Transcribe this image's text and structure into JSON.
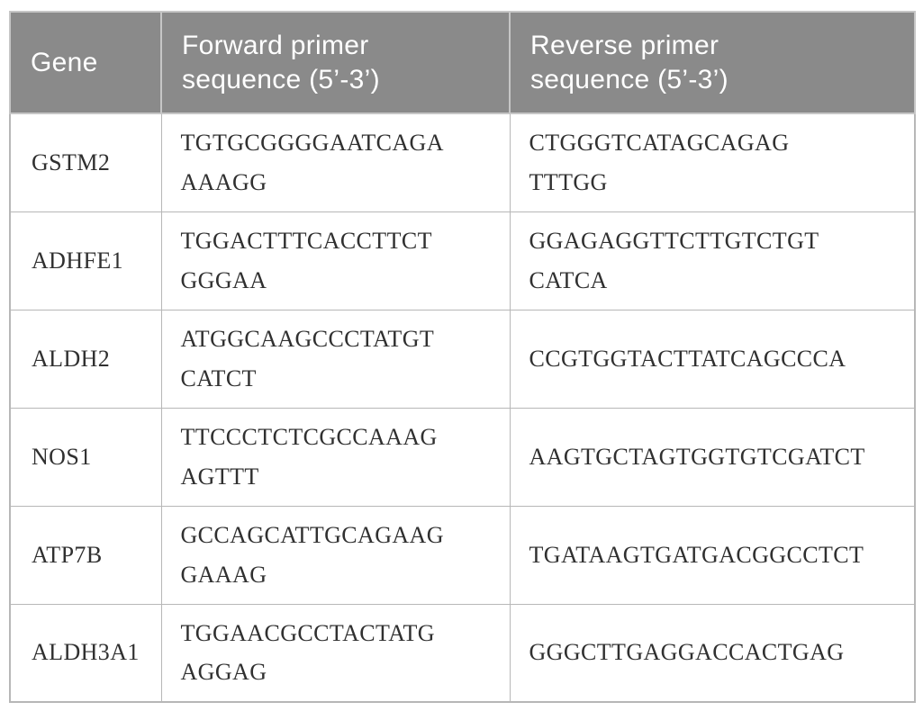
{
  "table": {
    "headers": {
      "gene": "Gene",
      "forward": "Forward primer\nsequence (5’-3’)",
      "reverse": "Reverse primer\nsequence (5’-3’)"
    },
    "rows": [
      {
        "gene": "GSTM2",
        "forward": "TGTGCGGGGAATCAGA\nAAAGG",
        "reverse": "CTGGGTCATAGCAGAG\nTTTGG"
      },
      {
        "gene": "ADHFE1",
        "forward": "TGGACTTTCACCTTCT\nGGGAA",
        "reverse": "GGAGAGGTTCTTGTCTGT\nCATCA"
      },
      {
        "gene": "ALDH2",
        "forward": "ATGGCAAGCCCTATGT\nCATCT",
        "reverse": "CCGTGGTACTTATCAGCCCA"
      },
      {
        "gene": "NOS1",
        "forward": "TTCCCTCTCGCCAAAG\nAGTTT",
        "reverse": "AAGTGCTAGTGGTGTCGATCT"
      },
      {
        "gene": "ATP7B",
        "forward": "GCCAGCATTGCAGAAG\nGAAAG",
        "reverse": "TGATAAGTGATGACGGCCTCT"
      },
      {
        "gene": "ALDH3A1",
        "forward": "TGGAACGCCTACTATG\nAGGAG",
        "reverse": "GGGCTTGAGGACCACTGAG"
      }
    ],
    "colors": {
      "header_bg": "#8a8a8a",
      "header_text": "#ffffff",
      "border": "#b7b7b7",
      "body_text": "#303030",
      "row_bg": "#ffffff"
    }
  }
}
